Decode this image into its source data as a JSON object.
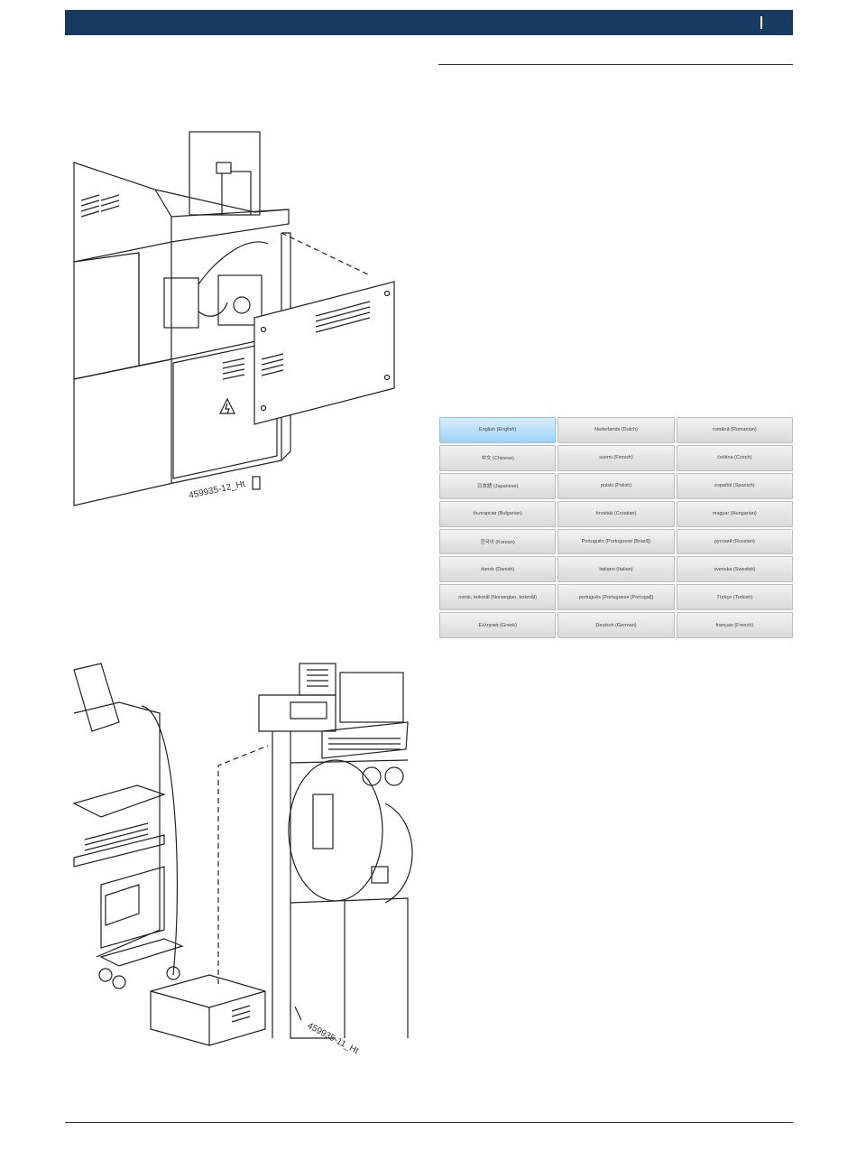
{
  "figures": {
    "top_label": "459935-12_Ht",
    "bottom_label": "459935-11_Ht"
  },
  "languages": [
    {
      "label": "English (English)",
      "selected": true
    },
    {
      "label": "Nederlands (Dutch)"
    },
    {
      "label": "română (Romanian)"
    },
    {
      "label": "中文 (Chinese)"
    },
    {
      "label": "suomi (Finnish)"
    },
    {
      "label": "čeština (Czech)"
    },
    {
      "label": "日本語 (Japanese)"
    },
    {
      "label": "polski (Polish)"
    },
    {
      "label": "español (Spanish)"
    },
    {
      "label": "български (Bulgarian)"
    },
    {
      "label": "hrvatski (Croatian)"
    },
    {
      "label": "magyar (Hungarian)"
    },
    {
      "label": "한국어 (Korean)"
    },
    {
      "label": "Português (Portuguese [Brazil])"
    },
    {
      "label": "русский (Russian)"
    },
    {
      "label": "dansk (Danish)"
    },
    {
      "label": "italiano (Italian)"
    },
    {
      "label": "svenska (Swedish)"
    },
    {
      "label": "norsk, bokmål (Norwegian, bokmål)"
    },
    {
      "label": "português (Portuguese [Portugal])"
    },
    {
      "label": "Türkçe (Turkish)"
    },
    {
      "label": "Ελληνικά (Greek)"
    },
    {
      "label": "Deutsch (German)"
    },
    {
      "label": "français (French)"
    }
  ]
}
